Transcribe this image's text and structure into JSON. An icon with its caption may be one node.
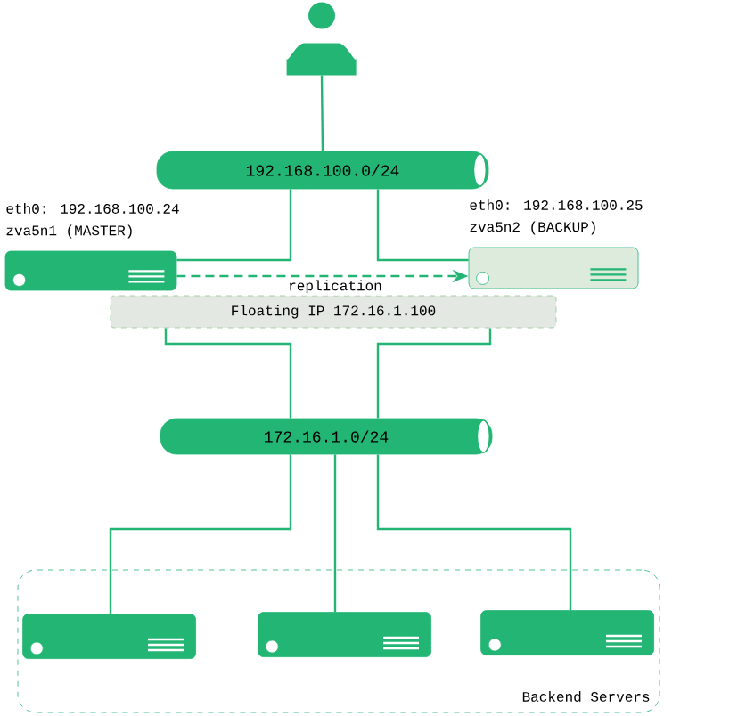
{
  "diagram": {
    "nodes": [
      {
        "text": [],
        "shape": "person"
      },
      {
        "text": [
          "192.168.100.0/24"
        ]
      },
      {
        "text": [
          "eth0: 192.168.100.24",
          "zva5n1 (MASTER)"
        ]
      },
      {
        "text": [
          "eth0: 192.168.100.25",
          "zva5n2 (BACKUP)"
        ]
      },
      {
        "text": [
          "Floating IP 172.16.1.100"
        ]
      },
      {
        "text": [
          "172.16.1.0/24"
        ]
      },
      {
        "text": [
          "Backend Servers"
        ]
      },
      {
        "text": [],
        "shape": "box",
        "in": 6
      },
      {
        "text": [],
        "shape": "box",
        "in": 6
      },
      {
        "text": [],
        "shape": "box",
        "in": 6
      }
    ],
    "edges": [
      {
        "from": 0,
        "to": 1,
        "arrow": "none"
      },
      {
        "from": 1,
        "to": 2,
        "arrow": "none"
      },
      {
        "from": 1,
        "to": 3,
        "arrow": "none"
      },
      {
        "from": 2,
        "to": 3,
        "arrow": "to",
        "label": "replication",
        "style": "dashed"
      },
      {
        "from": 4,
        "to": 5,
        "arrow": "none"
      },
      {
        "from": 4,
        "to": 5,
        "arrow": "none"
      },
      {
        "from": 5,
        "to": 7,
        "arrow": "none"
      },
      {
        "from": 5,
        "to": 8,
        "arrow": "none"
      },
      {
        "from": 5,
        "to": 9,
        "arrow": "none"
      }
    ]
  }
}
